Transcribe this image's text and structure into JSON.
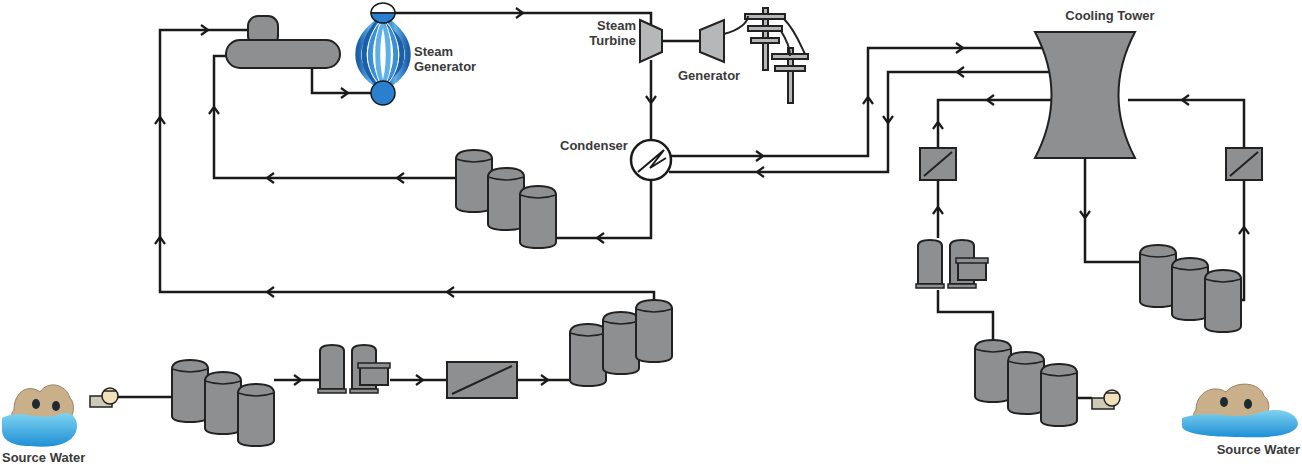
{
  "diagram": {
    "labels": [
      "Steam Generator",
      "Steam Turbine",
      "Generator",
      "Condenser",
      "Cooling Tower",
      "Source Water",
      "Source Water"
    ]
  }
}
